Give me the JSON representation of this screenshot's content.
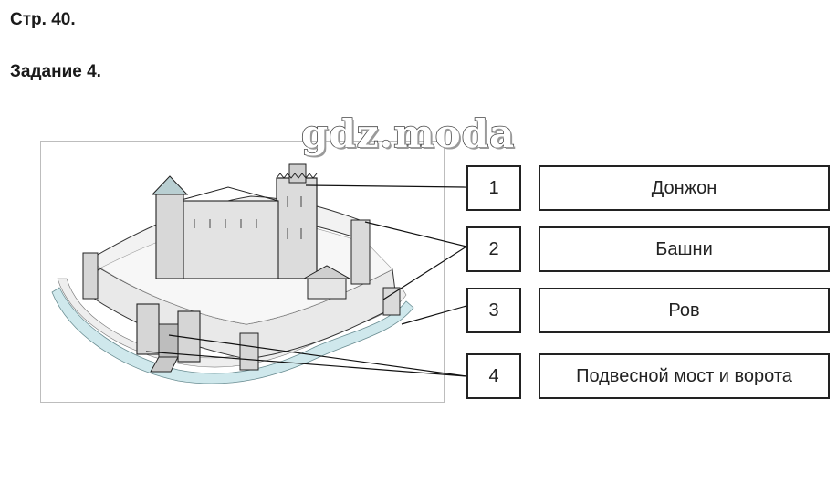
{
  "header": {
    "page_ref": "Стр. 40.",
    "task_ref": "Задание 4."
  },
  "watermark": "gdz.moda",
  "figure": {
    "icon": "castle-illustration"
  },
  "items": [
    {
      "number": "1",
      "label": "Донжон"
    },
    {
      "number": "2",
      "label": "Башни"
    },
    {
      "number": "3",
      "label": "Ров"
    },
    {
      "number": "4",
      "label": "Подвесной мост и ворота"
    }
  ]
}
